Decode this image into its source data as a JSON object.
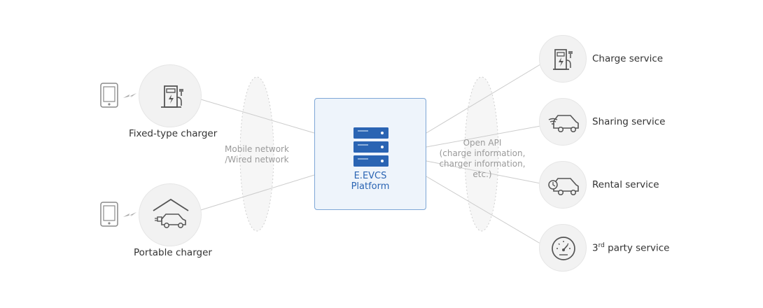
{
  "left": {
    "fixed_label": "Fixed-type charger",
    "portable_label": "Portable charger"
  },
  "network_label_line1": "Mobile network",
  "network_label_line2": "/Wired network",
  "platform": {
    "line1": "E.EVCS",
    "line2": "Platform"
  },
  "api_label": {
    "line1": "Open API",
    "line2": "(charge information,",
    "line3": "charger information,",
    "line4": "etc.)"
  },
  "services": {
    "charge": "Charge service",
    "sharing": "Sharing service",
    "rental": "Rental service",
    "third_prefix": "3",
    "third_sup": "rd",
    "third_suffix": " party service"
  },
  "colors": {
    "platform_border": "#7ea7d6",
    "platform_text": "#2a64b3",
    "server_blue": "#2a64b3",
    "icon_gray": "#555555",
    "line_gray": "#cccccc"
  }
}
